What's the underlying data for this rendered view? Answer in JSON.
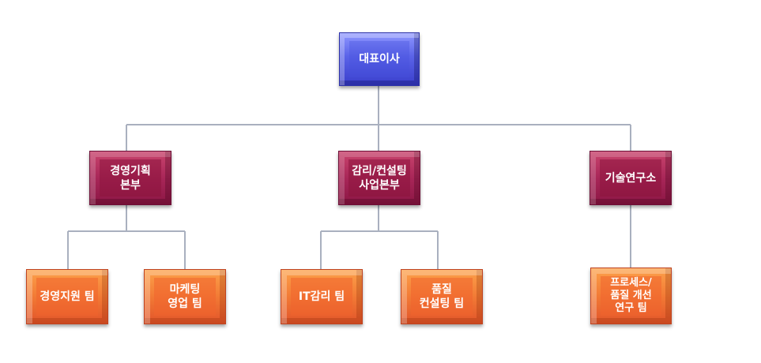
{
  "org_chart": {
    "root": {
      "label": "대표이사"
    },
    "divisions": [
      {
        "label": "경영기획\n본부",
        "teams": [
          {
            "label": "경영지원 팀"
          },
          {
            "label": "마케팅\n영업 팀"
          }
        ]
      },
      {
        "label": "감리/컨설팅\n사업본부",
        "teams": [
          {
            "label": "IT감리 팀"
          },
          {
            "label": "품질\n컨설팅 팀"
          }
        ]
      },
      {
        "label": "기술연구소",
        "teams": [
          {
            "label": "프로세스/\n품질 개선\n연구 팀"
          }
        ]
      }
    ]
  },
  "colors": {
    "connector": "#a9b0bf",
    "root_fill": "#5a63e8",
    "division_fill": "#a82658",
    "team_fill": "#f27a35"
  }
}
